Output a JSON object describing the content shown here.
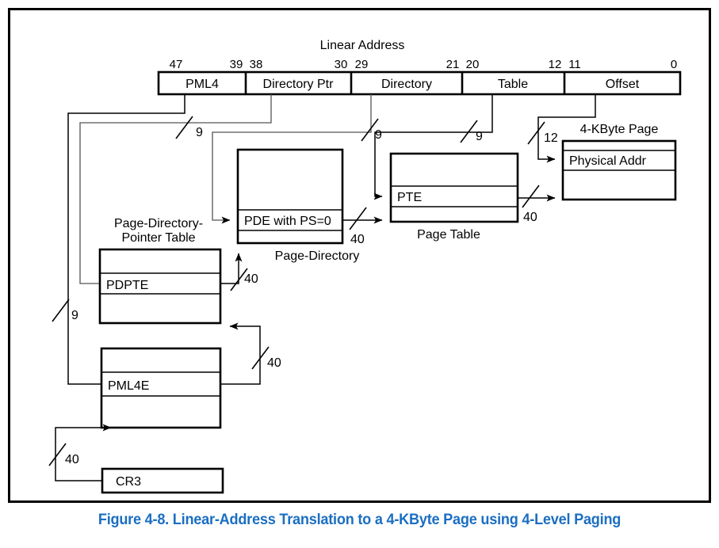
{
  "figure": {
    "caption": "Figure 4-8.  Linear-Address Translation to a 4-KByte Page using 4-Level Paging",
    "caption_color": "#1b6ec2"
  },
  "linear_address": {
    "title": "Linear Address",
    "bit_labels": {
      "b47": "47",
      "b39": "39",
      "b38": "38",
      "b30": "30",
      "b29": "29",
      "b21": "21",
      "b20": "20",
      "b12": "12",
      "b11": "11",
      "b0": "0"
    },
    "fields": [
      {
        "name": "PML4",
        "bits_high": "47",
        "bits_low": "39",
        "width_bits": 9
      },
      {
        "name": "Directory Ptr",
        "bits_high": "38",
        "bits_low": "30",
        "width_bits": 9
      },
      {
        "name": "Directory",
        "bits_high": "29",
        "bits_low": "21",
        "width_bits": 9
      },
      {
        "name": "Table",
        "bits_high": "20",
        "bits_low": "12",
        "width_bits": 9
      },
      {
        "name": "Offset",
        "bits_high": "11",
        "bits_low": "0",
        "width_bits": 12
      }
    ]
  },
  "structures": {
    "page_directory_pointer_table": {
      "label_line1": "Page-Directory-",
      "label_line2": "Pointer Table",
      "entry": "PDPTE"
    },
    "page_directory": {
      "label": "Page-Directory",
      "entry": "PDE with PS=0"
    },
    "page_table": {
      "label": "Page Table",
      "entry": "PTE"
    },
    "pml4_table": {
      "label": "",
      "entry": "PML4E"
    },
    "four_kbyte_page": {
      "label": "4-KByte Page",
      "entry": "Physical Addr"
    },
    "control_register": {
      "entry": "CR3"
    }
  },
  "bus_widths": {
    "pml4_index": "9",
    "dirptr_index": "9",
    "dir_index": "9",
    "table_index": "9",
    "offset_width": "12",
    "cr3_base": "40",
    "pml4e_base": "40",
    "pdpte_base": "40",
    "pde_base": "40",
    "pte_base": "40"
  }
}
